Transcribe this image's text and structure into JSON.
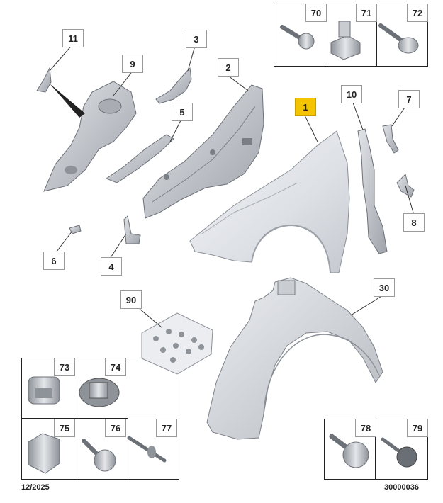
{
  "callouts": {
    "c1": "1",
    "c2": "2",
    "c3": "3",
    "c4": "4",
    "c5": "5",
    "c6": "6",
    "c7": "7",
    "c8": "8",
    "c9": "9",
    "c10": "10",
    "c11": "11",
    "c30": "30",
    "c70": "70",
    "c71": "71",
    "c72": "72",
    "c73": "73",
    "c74": "74",
    "c75": "75",
    "c76": "76",
    "c77": "77",
    "c78": "78",
    "c79": "79",
    "c90": "90"
  },
  "highlight_color": "#f5c400",
  "footer": {
    "date": "12/2025",
    "code": "30000036"
  }
}
